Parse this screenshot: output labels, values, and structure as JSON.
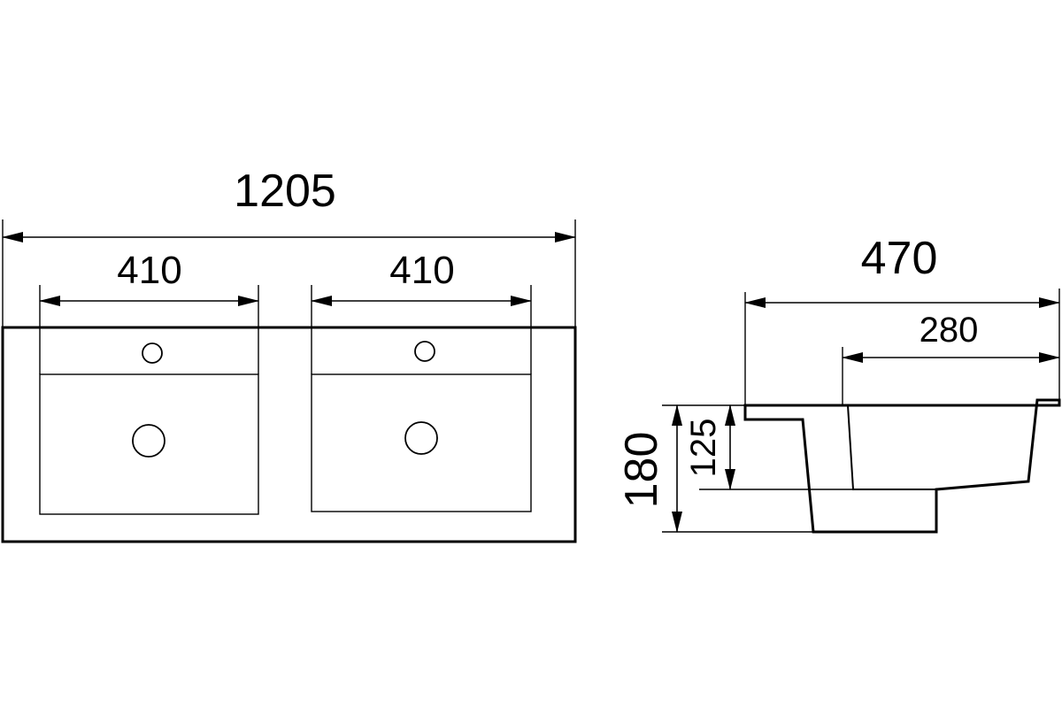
{
  "top_view": {
    "overall_width_label": "1205",
    "left_basin_width_label": "410",
    "right_basin_width_label": "410"
  },
  "side_view": {
    "depth_label": "470",
    "bowl_depth_label": "280",
    "total_height_label": "180",
    "bowl_height_label": "125"
  }
}
